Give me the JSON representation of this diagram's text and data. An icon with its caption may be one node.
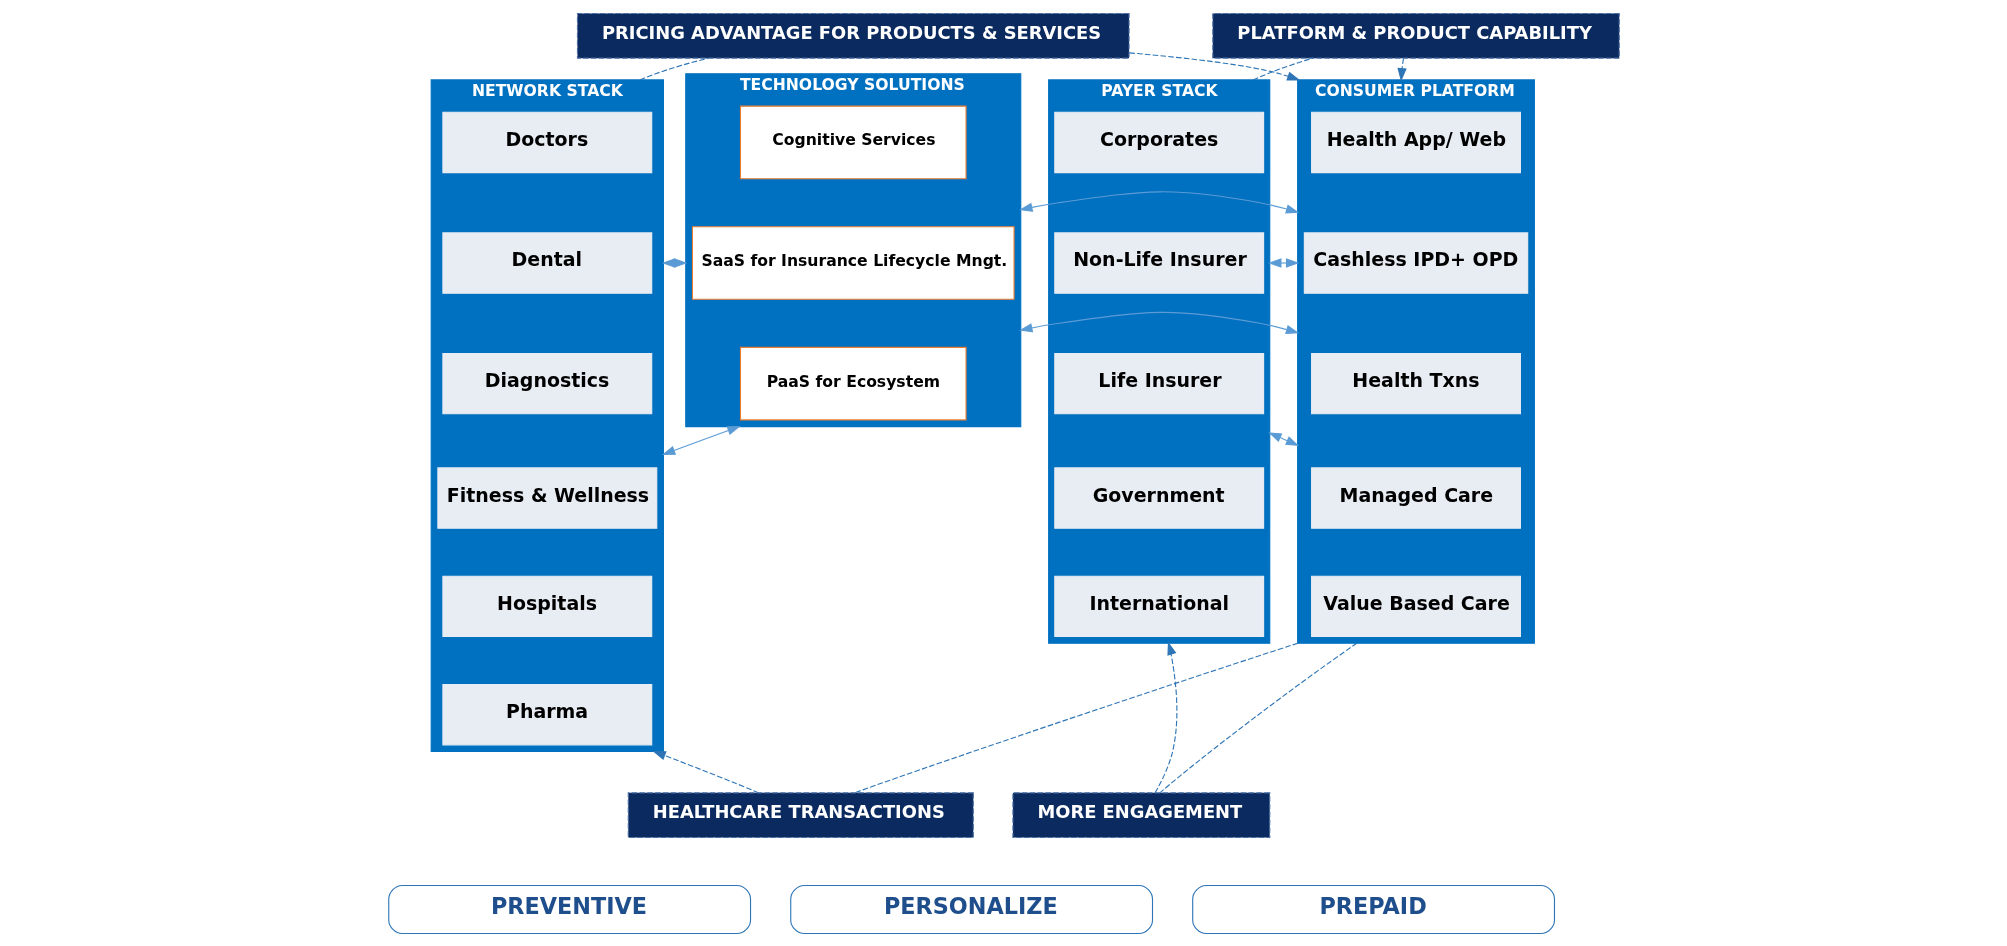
{
  "diagram": {
    "nodes": [
      {
        "text": [
          "NETWORK STACK"
        ]
      },
      {
        "text": [
          "Doctors"
        ],
        "in": 0
      },
      {
        "text": [
          "Dental"
        ],
        "in": 0
      },
      {
        "text": [
          "Diagnostics"
        ],
        "in": 0
      },
      {
        "text": [
          "Fitness & Wellness"
        ],
        "in": 0
      },
      {
        "text": [
          "Hospitals"
        ],
        "in": 0
      },
      {
        "text": [
          "Pharma"
        ],
        "in": 0
      },
      {
        "text": [
          "PRICING ADVANTAGE FOR PRODUCTS & SERVICES"
        ]
      },
      {
        "text": [
          "TECHNOLOGY SOLUTIONS"
        ]
      },
      {
        "text": [
          "Cognitive Services"
        ],
        "in": 8
      },
      {
        "text": [
          "SaaS for Insurance Lifecycle Mngt."
        ],
        "in": 8
      },
      {
        "text": [
          "PaaS for Ecosystem"
        ],
        "in": 8
      },
      {
        "text": [
          "CONSUMER PLATFORM"
        ]
      },
      {
        "text": [
          "Health App/ Web"
        ],
        "in": 12
      },
      {
        "text": [
          "Cashless IPD+ OPD"
        ],
        "in": 12
      },
      {
        "text": [
          "Health Txns"
        ],
        "in": 12
      },
      {
        "text": [
          "Managed Care"
        ],
        "in": 12
      },
      {
        "text": [
          "Value Based Care"
        ],
        "in": 12
      },
      {
        "text": [
          "PLATFORM & PRODUCT CAPABILITY"
        ]
      },
      {
        "text": [
          "PAYER STACK"
        ]
      },
      {
        "text": [
          "Corporates"
        ],
        "in": 19
      },
      {
        "text": [
          "Non-Life Insurer"
        ],
        "in": 19
      },
      {
        "text": [
          "Life Insurer"
        ],
        "in": 19
      },
      {
        "text": [
          "Government"
        ],
        "in": 19
      },
      {
        "text": [
          "International"
        ],
        "in": 19
      },
      {
        "text": [
          "HEALTHCARE TRANSACTIONS"
        ]
      },
      {
        "text": [
          "MORE ENGAGEMENT"
        ]
      },
      {
        "text": [
          "PREVENTIVE"
        ]
      },
      {
        "text": [
          "PERSONALIZE"
        ]
      },
      {
        "text": [
          "PREPAID"
        ]
      }
    ],
    "edges": [
      {
        "from": 0,
        "to": 7,
        "arrow": "none",
        "style": "dashed"
      },
      {
        "from": 7,
        "to": 12,
        "arrow": "to",
        "style": "dashed"
      },
      {
        "from": 19,
        "to": 18,
        "arrow": "none",
        "style": "dashed"
      },
      {
        "from": 18,
        "to": 12,
        "arrow": "to",
        "style": "dashed"
      },
      {
        "from": 0,
        "to": 8,
        "arrow": "both",
        "color": "#5b9bd5"
      },
      {
        "from": 0,
        "to": 8,
        "arrow": "both",
        "color": "#5b9bd5"
      },
      {
        "from": 8,
        "to": 12,
        "arrow": "both",
        "color": "#5b9bd5"
      },
      {
        "from": 8,
        "to": 12,
        "arrow": "both",
        "color": "#5b9bd5"
      },
      {
        "from": 12,
        "to": 19,
        "arrow": "both",
        "color": "#5b9bd5"
      },
      {
        "from": 12,
        "to": 19,
        "arrow": "both",
        "color": "#5b9bd5"
      },
      {
        "from": 12,
        "to": 25,
        "arrow": "none",
        "style": "dashed"
      },
      {
        "from": 25,
        "to": 0,
        "arrow": "to",
        "style": "dashed"
      },
      {
        "from": 12,
        "to": 26,
        "arrow": "none",
        "style": "dashed"
      },
      {
        "from": 26,
        "to": 19,
        "arrow": "to",
        "style": "dashed"
      }
    ]
  }
}
